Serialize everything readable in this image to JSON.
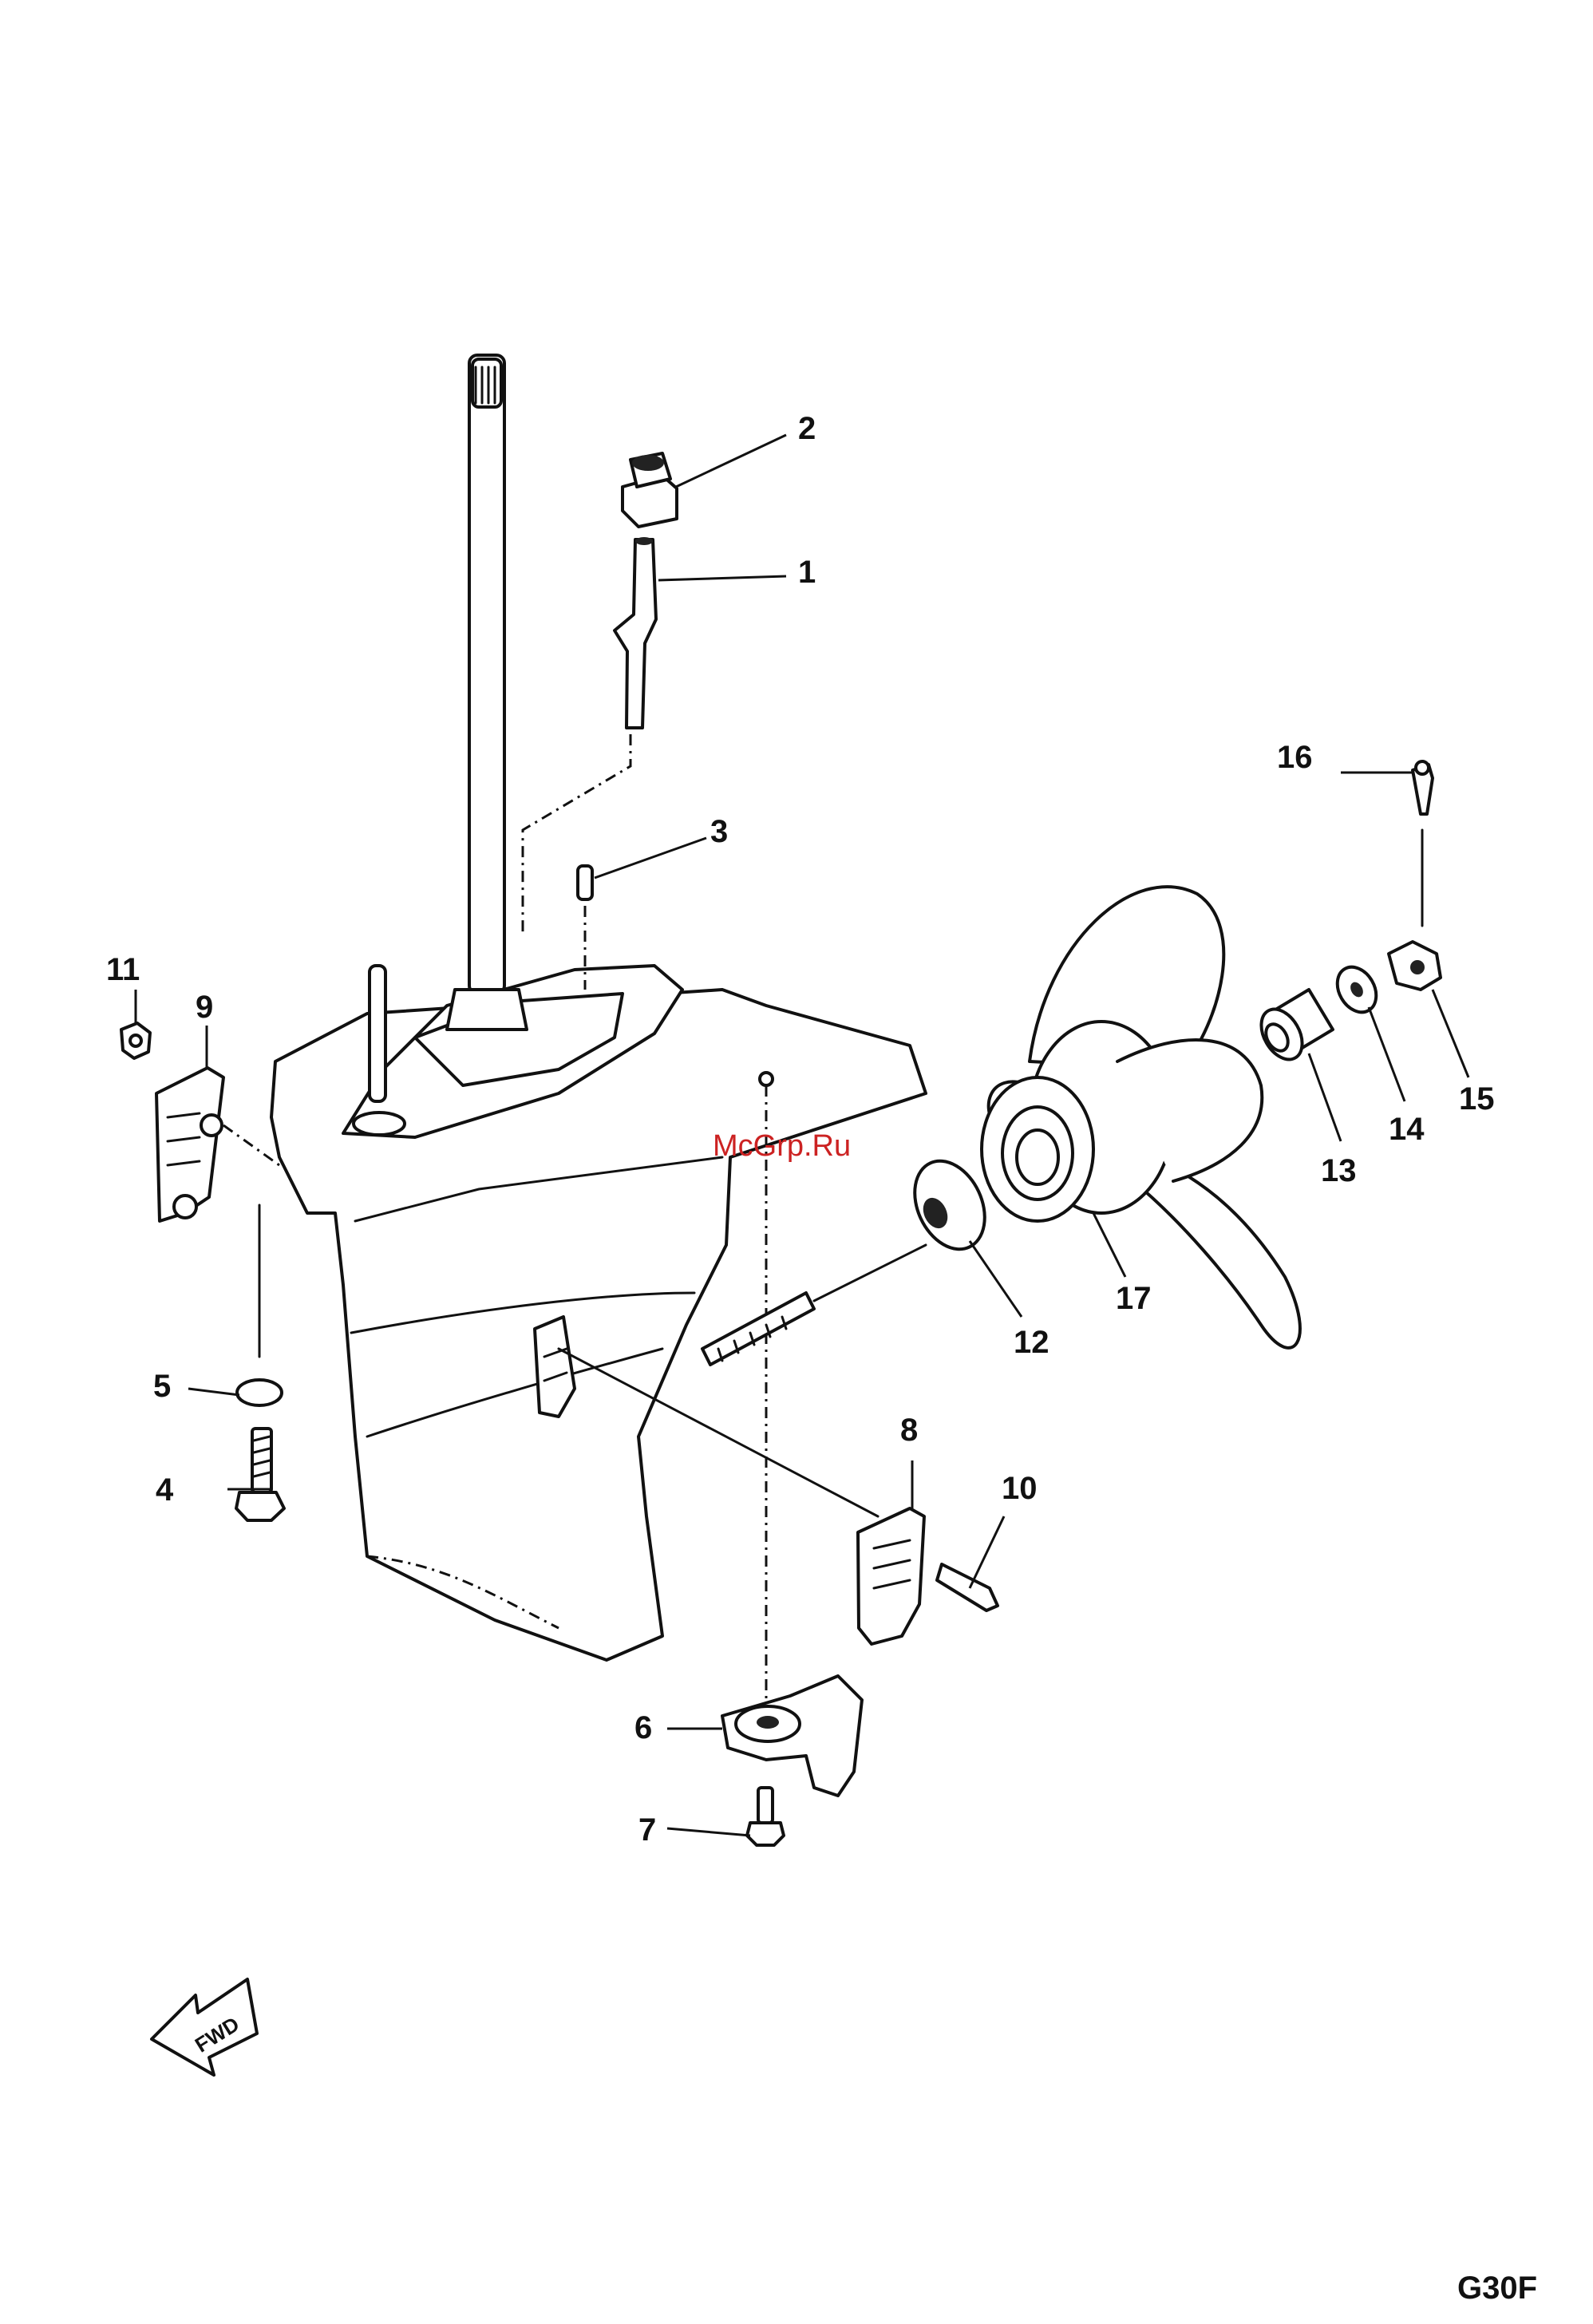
{
  "watermark": "McGrp.Ru",
  "page_id": "G30F",
  "fwd_label": "FWD",
  "callouts": [
    {
      "id": "c1",
      "label": "1"
    },
    {
      "id": "c2",
      "label": "2"
    },
    {
      "id": "c3",
      "label": "3"
    },
    {
      "id": "c4",
      "label": "4"
    },
    {
      "id": "c5",
      "label": "5"
    },
    {
      "id": "c6",
      "label": "6"
    },
    {
      "id": "c7",
      "label": "7"
    },
    {
      "id": "c8",
      "label": "8"
    },
    {
      "id": "c9",
      "label": "9"
    },
    {
      "id": "c10",
      "label": "10"
    },
    {
      "id": "c11",
      "label": "11"
    },
    {
      "id": "c12",
      "label": "12"
    },
    {
      "id": "c13",
      "label": "13"
    },
    {
      "id": "c14",
      "label": "14"
    },
    {
      "id": "c15",
      "label": "15"
    },
    {
      "id": "c16",
      "label": "16"
    },
    {
      "id": "c17",
      "label": "17"
    }
  ]
}
